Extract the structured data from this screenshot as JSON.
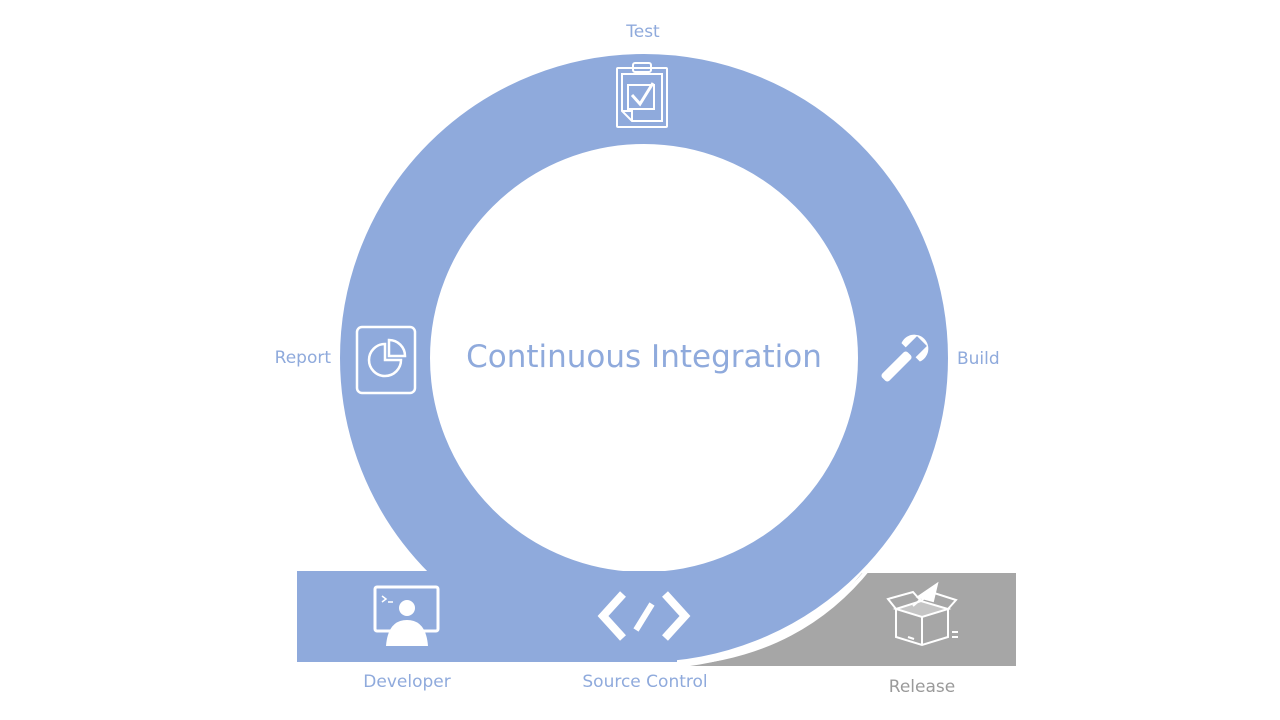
{
  "diagram": {
    "title": "Continuous Integration",
    "stages": {
      "test": "Test",
      "build": "Build",
      "report": "Report",
      "developer": "Developer",
      "source_control": "Source Control",
      "release": "Release"
    },
    "icons": {
      "test": "clipboard-check-icon",
      "build": "wrench-icon",
      "report": "pie-chart-icon",
      "developer": "developer-monitor-icon",
      "source_control": "code-brackets-icon",
      "release": "box-rocket-icon"
    },
    "colors": {
      "primary": "#8FAADC",
      "release": "#A6A6A6",
      "background": "#FFFFFF",
      "icon": "#FFFFFF"
    }
  }
}
